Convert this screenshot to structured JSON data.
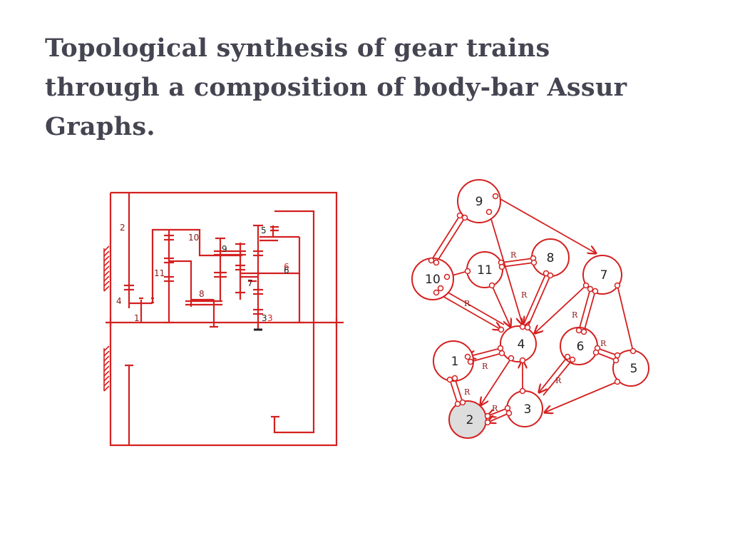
{
  "title": {
    "lines": [
      "Topological synthesis of gear trains",
      "through a composition of body-bar Assur",
      "Graphs."
    ]
  },
  "colors": {
    "title": "#454552",
    "stroke": "#d42020",
    "ground_fill": "#dddddd",
    "text": "#222222"
  },
  "gear_diagram": {
    "labels": [
      "2",
      "10",
      "5",
      "9",
      "11",
      "6",
      "6",
      "7",
      "4",
      "8",
      "1",
      "3",
      "3"
    ]
  },
  "graph": {
    "nodes": [
      "9",
      "11",
      "8",
      "10",
      "7",
      "4",
      "6",
      "1",
      "5",
      "3",
      "2"
    ],
    "ground_node": "2",
    "rotation_label": "R"
  }
}
